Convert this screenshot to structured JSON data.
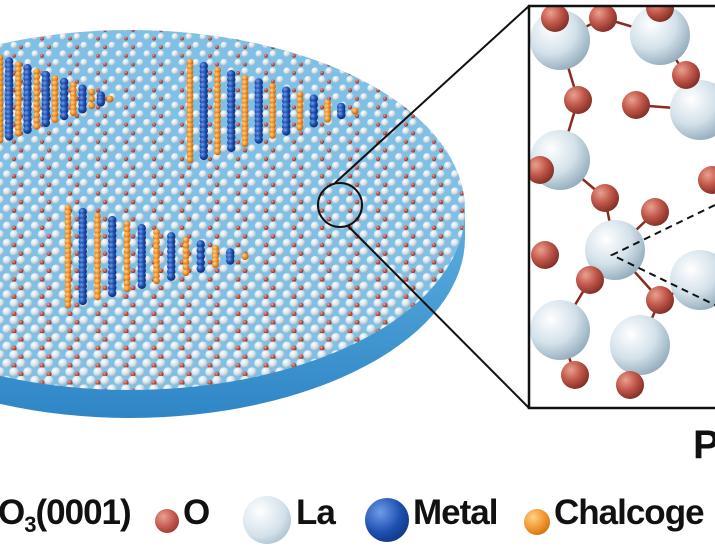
{
  "legend": {
    "substrate_prefix": "O",
    "substrate_subscript": "3",
    "substrate_suffix": "(0001)",
    "items": [
      {
        "label": "O",
        "color": "#c0574a"
      },
      {
        "label": "La",
        "color": "#d4e2ea"
      },
      {
        "label": "Metal",
        "color": "#1d4fb0"
      },
      {
        "label": "Chalcoge",
        "color": "#f0922a"
      }
    ]
  },
  "inset": {
    "corner_label": "P"
  },
  "colors": {
    "substrate_side": "#3f97d2",
    "substrate_top": "#7bbde3",
    "oxygen": "#c0574a",
    "lanthanum": "#d4e2ea",
    "metal": "#1d4fb0",
    "chalcogen": "#f0922a"
  }
}
